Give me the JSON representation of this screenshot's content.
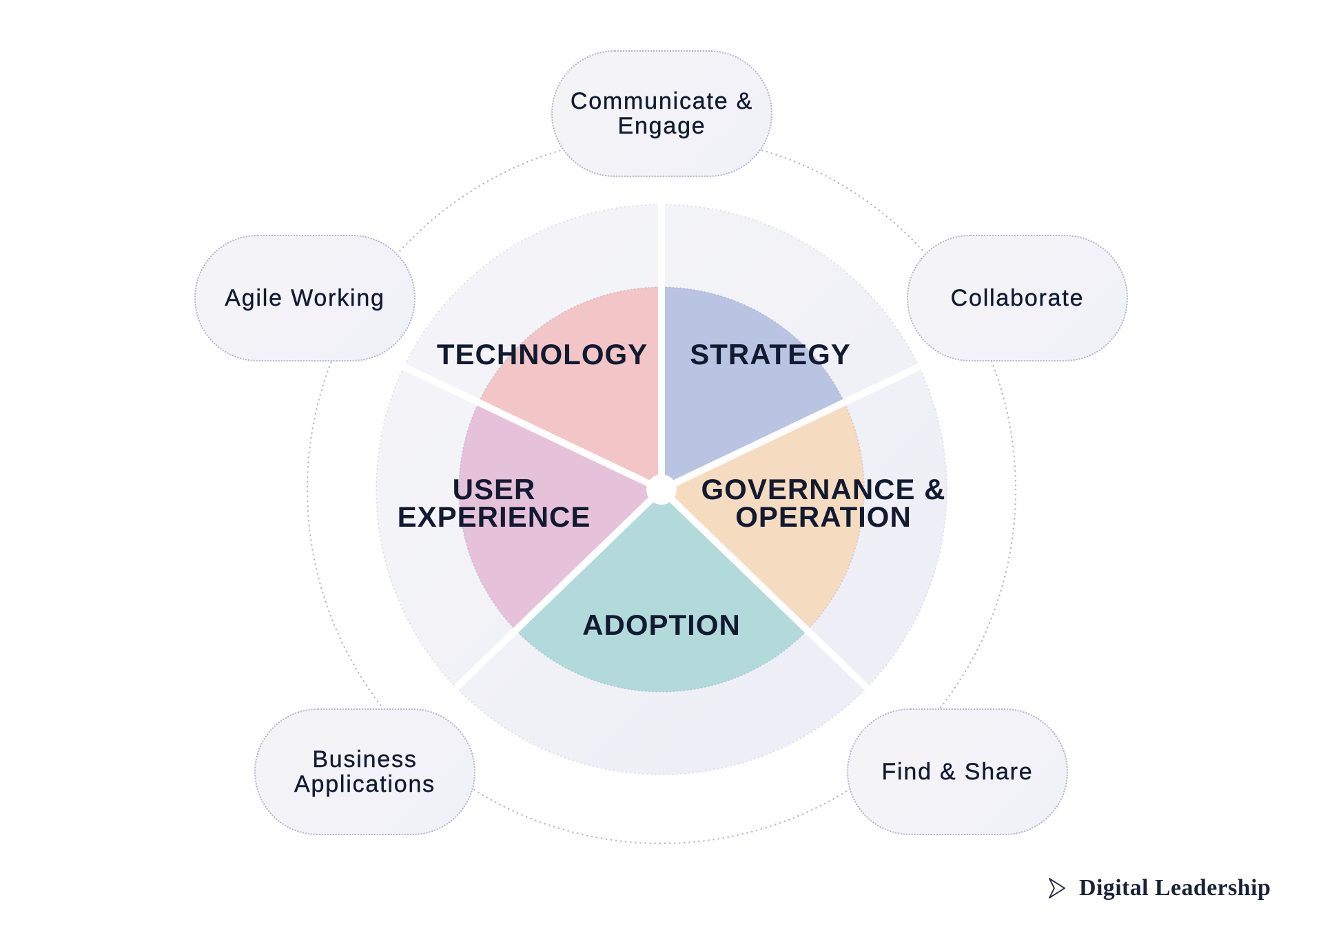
{
  "diagram": {
    "core_segments": [
      {
        "lines": [
          "TECHNOLOGY"
        ],
        "color": "#f2c5c6"
      },
      {
        "lines": [
          "STRATEGY"
        ],
        "color": "#b8c4e1"
      },
      {
        "lines": [
          "USER",
          "EXPERIENCE"
        ],
        "color": "#e6c2da"
      },
      {
        "lines": [
          "GOVERNANCE &",
          "OPERATION"
        ],
        "color": "#f5dbc0"
      },
      {
        "lines": [
          "ADOPTION"
        ],
        "color": "#b2dadb"
      }
    ],
    "outer_nodes": [
      {
        "lines": [
          "Communicate &",
          "Engage"
        ]
      },
      {
        "lines": [
          "Collaborate"
        ]
      },
      {
        "lines": [
          "Find & Share"
        ]
      },
      {
        "lines": [
          "Business",
          "Applications"
        ]
      },
      {
        "lines": [
          "Agile Working"
        ]
      }
    ]
  },
  "brand": {
    "icon": "chevron-right-outline-icon",
    "name": "Digital Leadership"
  },
  "colors": {
    "text": "#111a30",
    "dotted_line": "#b4b6c8",
    "ring_light": "#f6f6f8",
    "ring_dark": "#ecedf6",
    "node_fill": "#f3f3f7",
    "divider": "#ffffff",
    "brand_text": "#1a2238"
  }
}
